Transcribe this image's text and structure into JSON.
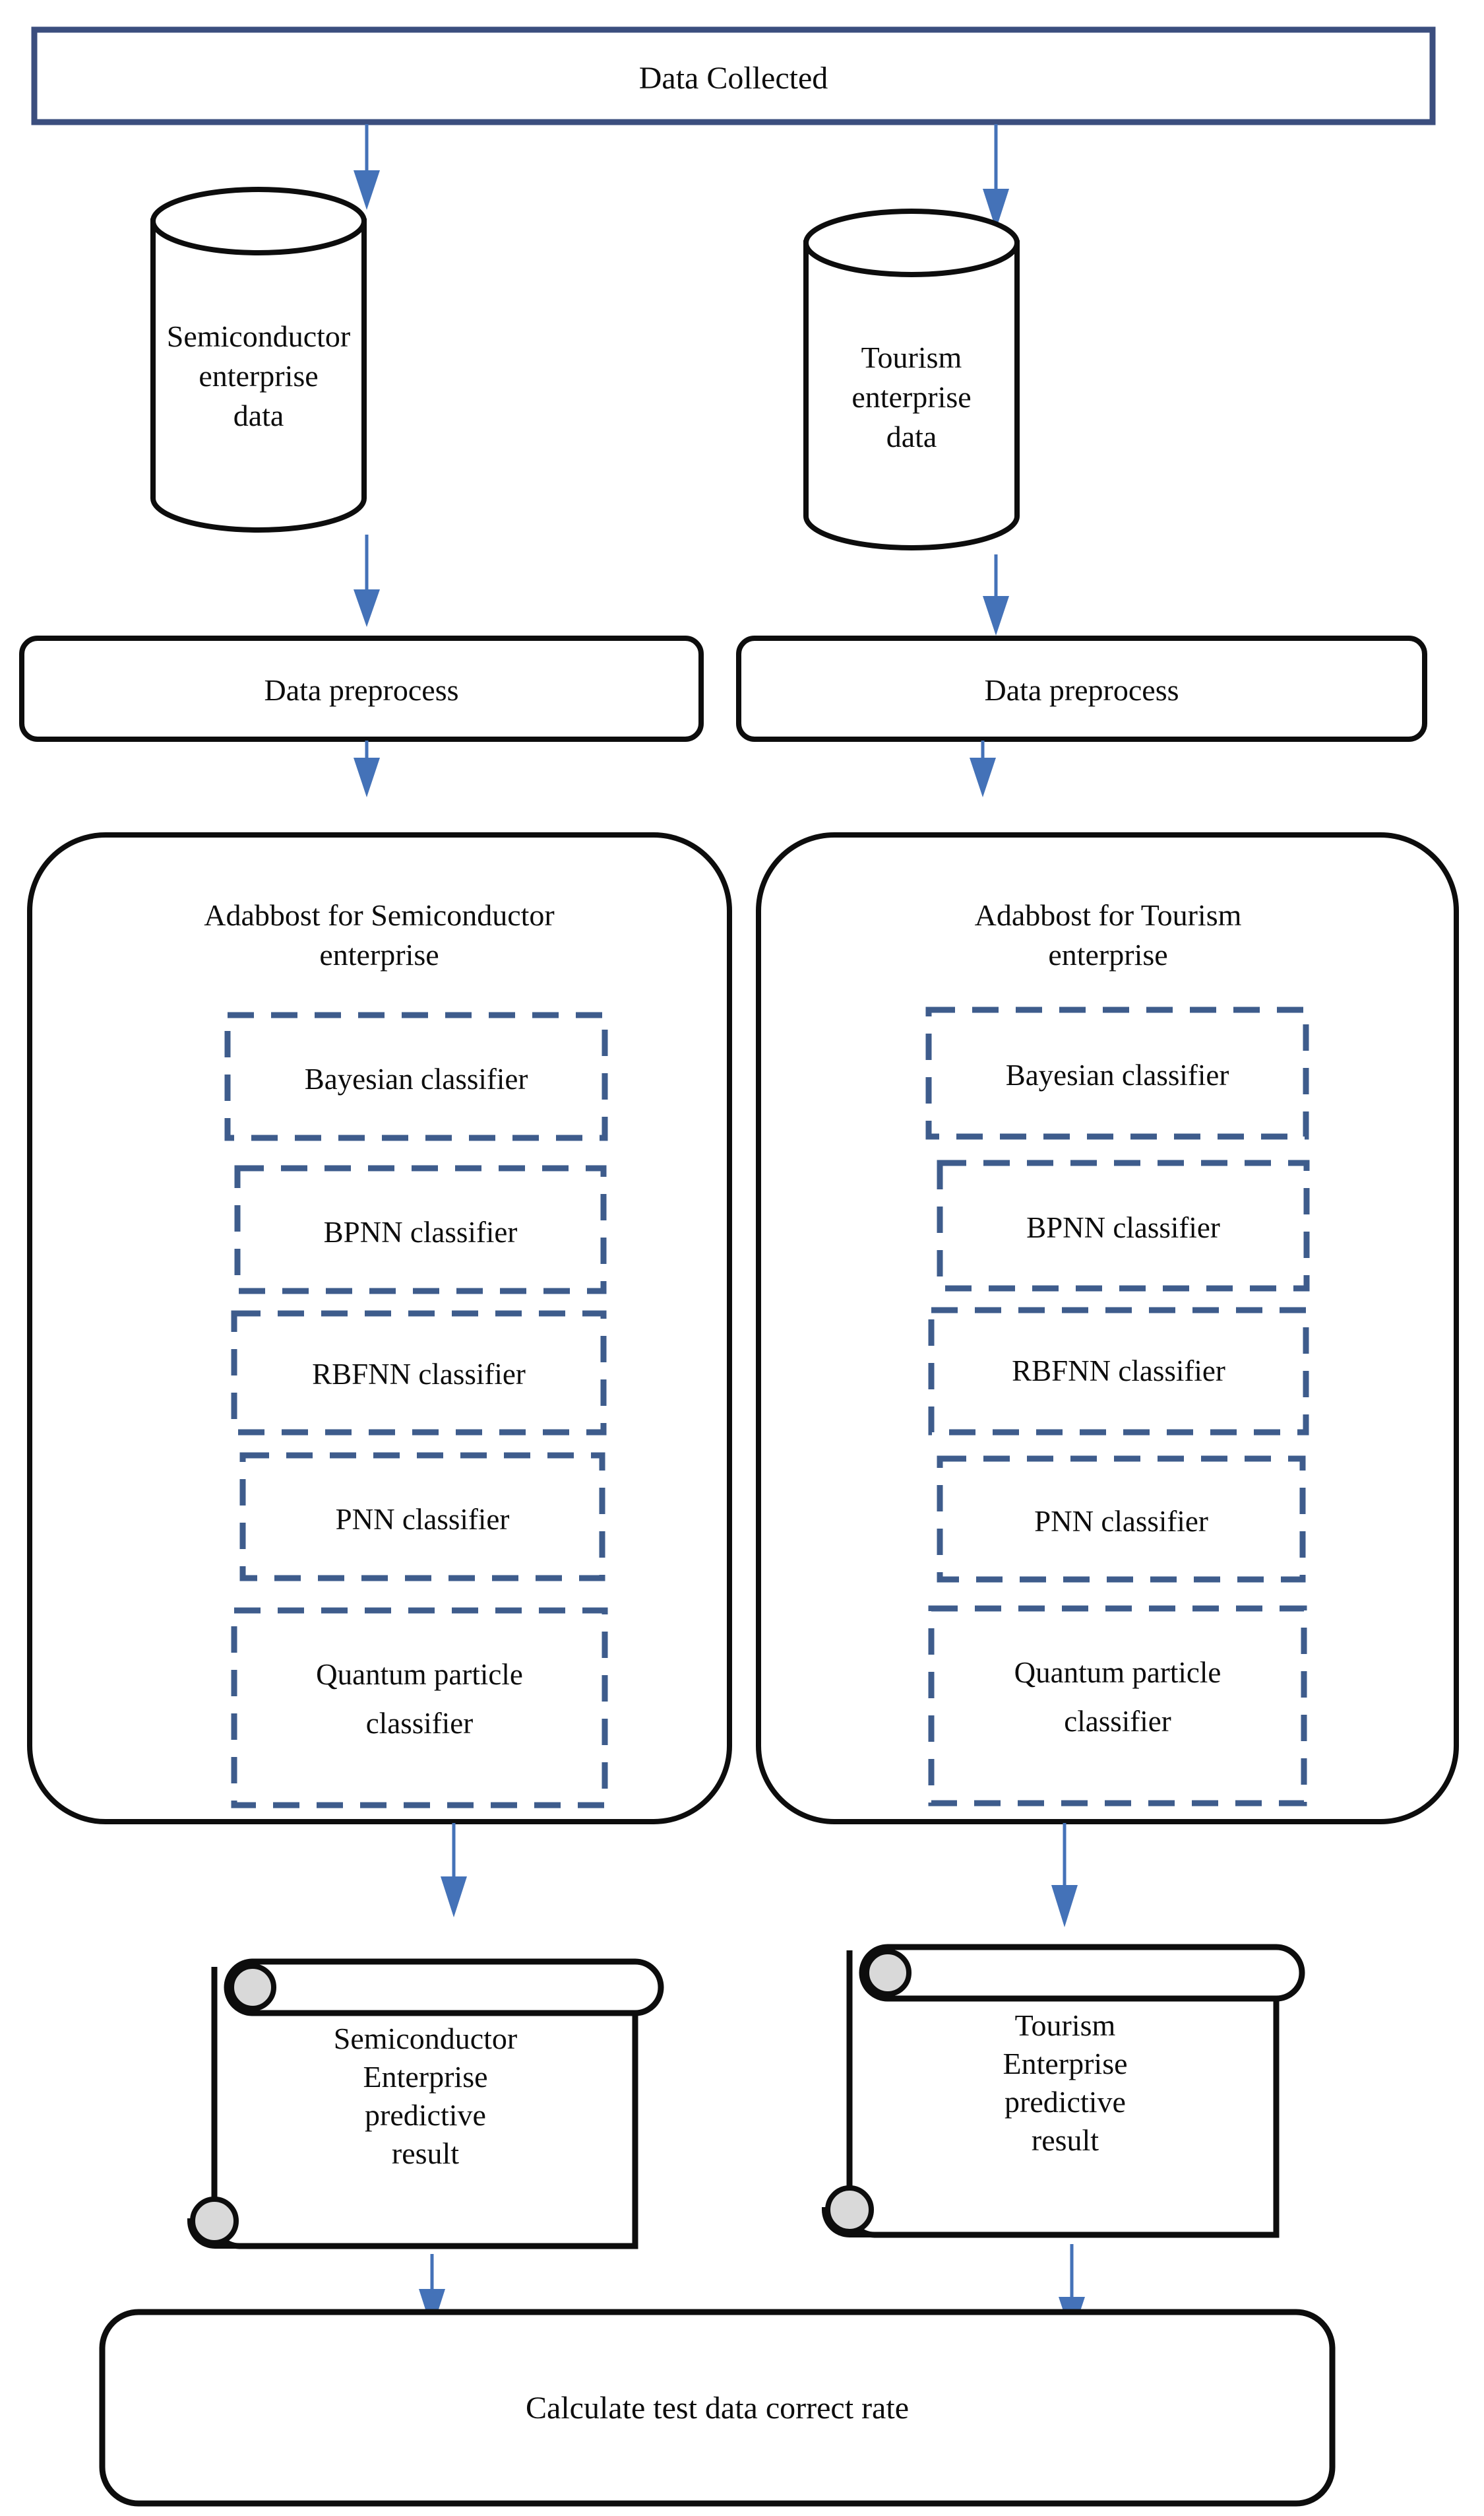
{
  "diagram": {
    "title": "Data Collected",
    "colors": {
      "top_box_border": "#3B4E7E",
      "arrow": "#4472B8",
      "dashed_border": "#3E5C8C",
      "shape_border": "#0d0d0d",
      "scroll_curl_fill": "#d9d9d9",
      "background": "#ffffff"
    },
    "top_box": {
      "label": "Data Collected"
    },
    "databases": [
      {
        "name": "semiconductor-data",
        "label": "Semiconductor\nenterprise\ndata"
      },
      {
        "name": "tourism-data",
        "label": "Tourism\nenterprise\ndata"
      }
    ],
    "preprocess": [
      {
        "name": "preprocess-left",
        "label": "Data preprocess"
      },
      {
        "name": "preprocess-right",
        "label": "Data preprocess"
      }
    ],
    "panels": [
      {
        "name": "adaboost-semiconductor",
        "title": "Adabbost for Semiconductor\nenterprise",
        "classifiers": [
          "Bayesian classifier",
          "BPNN classifier",
          "RBFNN classifier",
          "PNN classifier",
          "Quantum particle\nclassifier"
        ]
      },
      {
        "name": "adaboost-tourism",
        "title": "Adabbost for Tourism\nenterprise",
        "classifiers": [
          "Bayesian classifier",
          "BPNN classifier",
          "RBFNN classifier",
          "PNN classifier",
          "Quantum particle\nclassifier"
        ]
      }
    ],
    "results": [
      {
        "name": "semiconductor-result",
        "label": "Semiconductor\nEnterprise\npredictive\nresult"
      },
      {
        "name": "tourism-result",
        "label": "Tourism\nEnterprise\npredictive\nresult"
      }
    ],
    "bottom_box": {
      "label": "Calculate test data correct rate"
    }
  }
}
